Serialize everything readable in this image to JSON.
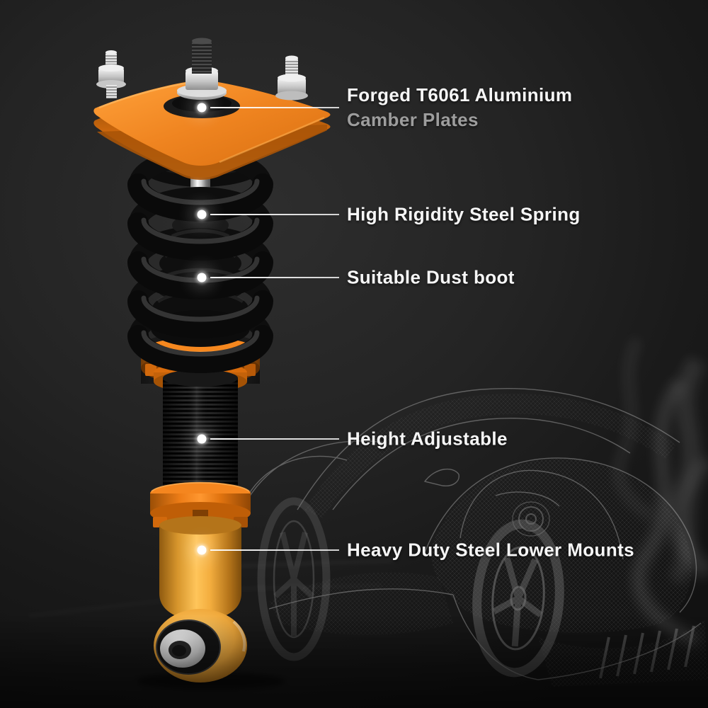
{
  "image_type": "annotated-product-photo",
  "colors": {
    "background": "#1f1f1f",
    "accent_orange": "#ef8420",
    "gold": "#f0a93c",
    "label_text": "#f6f6f6",
    "label_text_secondary": "#9d9d9d",
    "leader_line": "#ffffff"
  },
  "annotations": [
    {
      "id": "camber-plates",
      "lines": [
        "Forged T6061 Aluminium",
        "Camber Plates"
      ]
    },
    {
      "id": "steel-spring",
      "lines": [
        "High Rigidity Steel Spring"
      ]
    },
    {
      "id": "dust-boot",
      "lines": [
        "Suitable Dust boot"
      ]
    },
    {
      "id": "height-adjust",
      "lines": [
        "Height Adjustable"
      ]
    },
    {
      "id": "lower-mounts",
      "lines": [
        "Heavy Duty Steel Lower Mounts"
      ]
    }
  ]
}
